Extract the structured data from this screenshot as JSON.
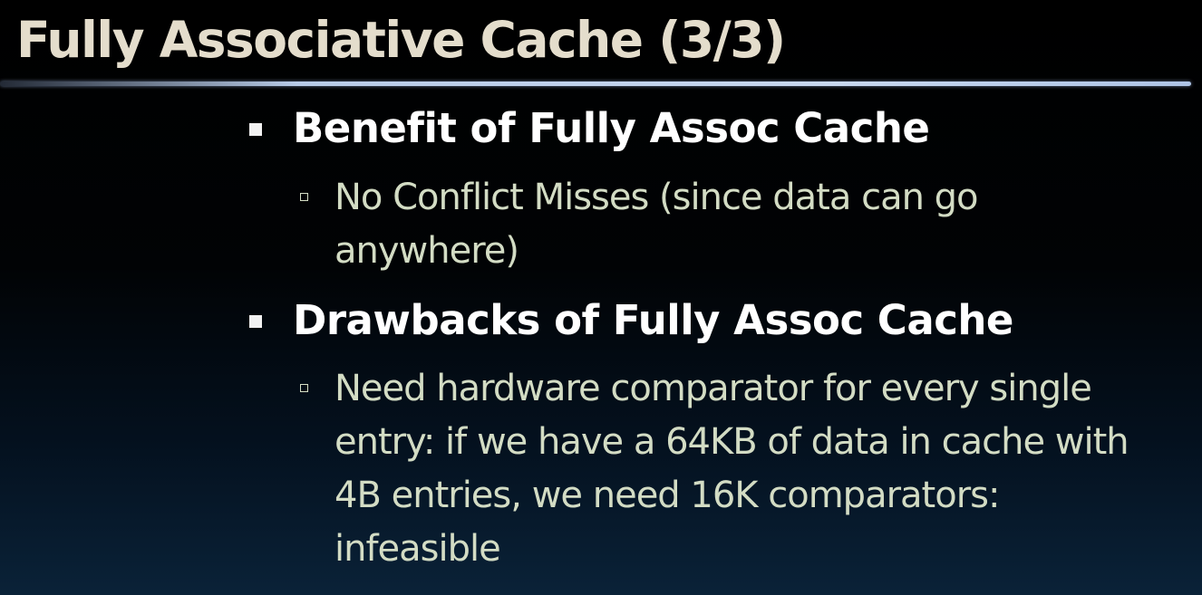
{
  "slide": {
    "title": "Fully Associative Cache (3/3)"
  },
  "bullets": [
    {
      "text": "Benefit of Fully Assoc Cache",
      "sub": [
        "No Conflict Misses (since data can go anywhere)"
      ]
    },
    {
      "text": "Drawbacks of Fully Assoc Cache",
      "sub": [
        "Need hardware comparator for every single entry: if we have a 64KB of data in cache with 4B entries, we need 16K comparators: infeasible"
      ]
    }
  ],
  "colors": {
    "title": "#e4ddcc",
    "level1_text": "#ffffff",
    "level2_text": "#d3dcc4",
    "rule": "#c8d8f0"
  }
}
